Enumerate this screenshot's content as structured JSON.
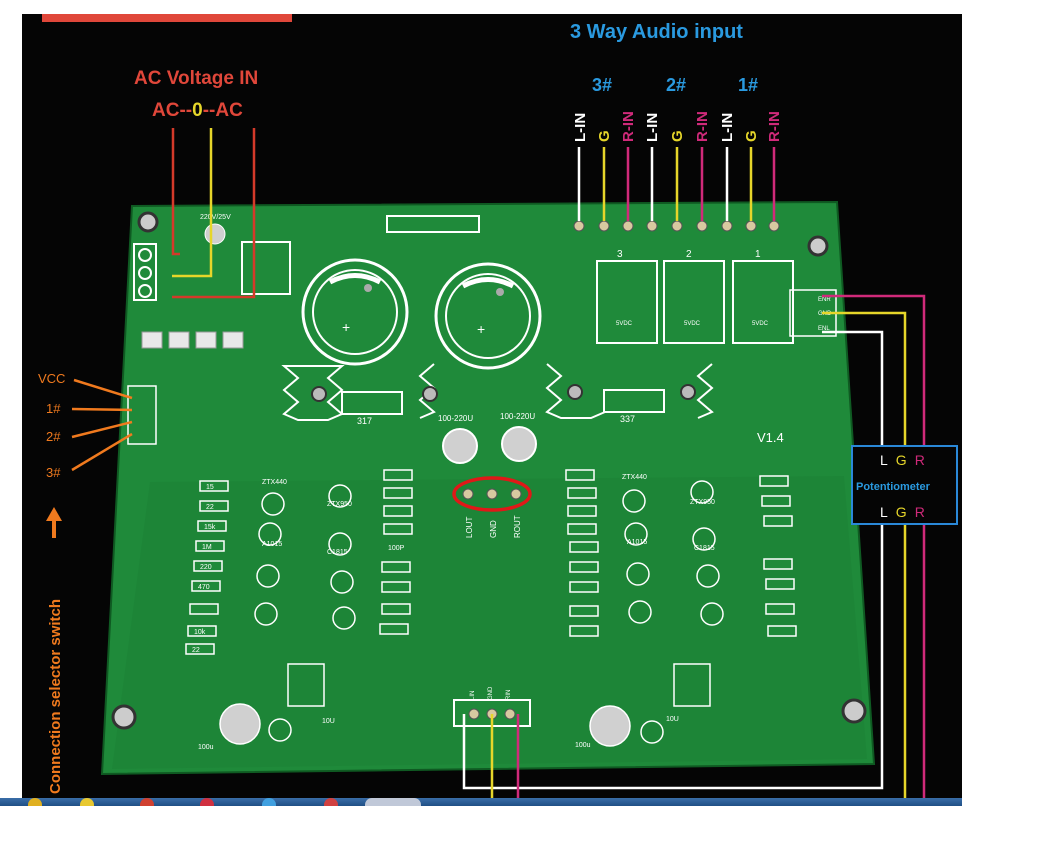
{
  "colors": {
    "background": "#050505",
    "pcb": "#1f8a3a",
    "pcb_dark": "#166b2c",
    "silk": "#ffffff",
    "title_blue": "#2a9ae0",
    "title_red": "#e0473a",
    "orange": "#f07a1e",
    "wire_white": "#ffffff",
    "wire_yellow": "#e6d62a",
    "wire_magenta": "#d02a7a",
    "wire_red": "#d43a2a",
    "highlight_red": "#e01818",
    "pot_box": "#2a88d8"
  },
  "labels": {
    "audio_input_title": "3 Way Audio  input",
    "channels": [
      "3#",
      "2#",
      "1#"
    ],
    "channel_pins": [
      "L-IN",
      "G",
      "R-IN"
    ],
    "ac_title": "AC Voltage IN",
    "ac_pins": {
      "left": "AC--",
      "mid": "0",
      "right": "--AC"
    },
    "left_pins": [
      "VCC",
      "1#",
      "2#",
      "3#"
    ],
    "selector": "Connection selector switch",
    "pot_top": {
      "l": "L",
      "g": "G",
      "r": "R"
    },
    "pot_title": "Potentiometer",
    "pot_bottom": {
      "l": "L",
      "g": "G",
      "r": "R"
    }
  },
  "board": {
    "version": "V1.4",
    "transformer_label": "220V/25V",
    "cap_labels": [
      "100-220U",
      "100-220U"
    ],
    "relay_labels": [
      "3",
      "2",
      "1"
    ],
    "relay_text": "5VDC",
    "center_out": [
      "LOUT",
      "GND",
      "ROUT"
    ],
    "bottom_in": [
      "LIN",
      "GND",
      "RIN"
    ],
    "right_header": [
      "ENR",
      "GND",
      "ENL"
    ],
    "transistor_labels": [
      "ZTX440",
      "ZTX950",
      "A1015",
      "C1815"
    ],
    "resistor_values": [
      "15",
      "22",
      "15k",
      "1M",
      "220",
      "470",
      "10k",
      "100P",
      "22"
    ],
    "small_caps": [
      "10U",
      "10U",
      "100u",
      "100u"
    ],
    "ic_label": "317",
    "ic_label2": "337"
  }
}
